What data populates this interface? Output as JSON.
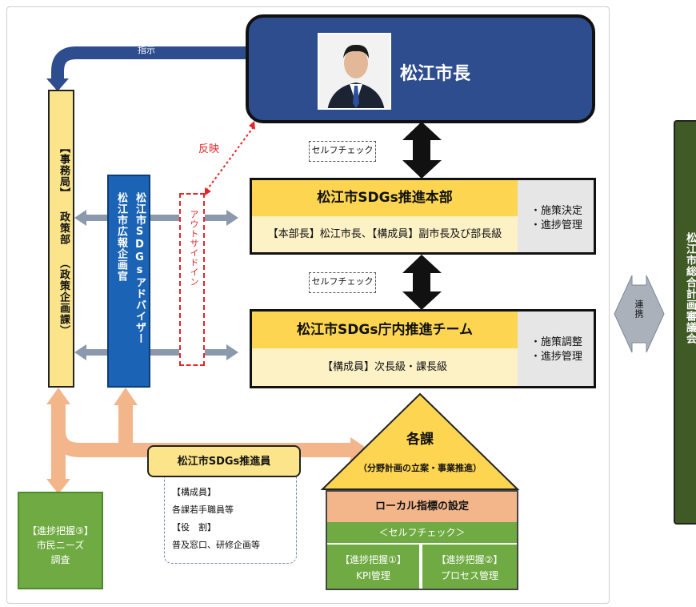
{
  "mayor": {
    "title": "松江市長"
  },
  "arrows": {
    "instruction": "指示",
    "reflect": "反映",
    "cooperation": "連携"
  },
  "secretariat": {
    "text": "【事務局】 政策部 （政策企画課）"
  },
  "advisor": {
    "col1": "松江市SDGsアドバイザー",
    "col2": "松江市広報企画官"
  },
  "outside_in": {
    "text": "アウトサイドイン"
  },
  "self_check_1": "セルフチェック",
  "self_check_2": "セルフチェック",
  "hq": {
    "title": "松江市SDGs推進本部",
    "members": "【本部長】松江市長、【構成員】副市長及び部長級",
    "roles": [
      "・施策決定",
      "・進捗管理"
    ]
  },
  "team": {
    "title": "松江市SDGs庁内推進チーム",
    "members": "【構成員】次長級・課長級",
    "roles": [
      "・施策調整",
      "・進捗管理"
    ]
  },
  "sections": {
    "title": "各課",
    "subtitle": "（分野計画の立案・事業推進）"
  },
  "local_indicator": "ローカル指標の設定",
  "self_check_3": "＜セルフチェック＞",
  "progress1": {
    "title": "【進捗把握①】",
    "label": "KPI管理"
  },
  "progress2": {
    "title": "【進捗把握②】",
    "label": "プロセス管理"
  },
  "progress3": {
    "title": "【進捗把握③】",
    "line1": "市民ニーズ",
    "line2": "調査"
  },
  "promoter": {
    "title": "松江市SDGs推進員",
    "lines": [
      "【構成員】",
      "各課若手職員等",
      "【役　割】",
      "普及窓口、研修企画等"
    ]
  },
  "council": {
    "text": "松江市総合計画審議会"
  },
  "colors": {
    "navy": "#2e4d8f",
    "yellow": "#fdd550",
    "blue": "#1b63b5",
    "green": "#6fab42",
    "salmon": "#f3b68b",
    "darkgreen": "#3f5a24"
  }
}
